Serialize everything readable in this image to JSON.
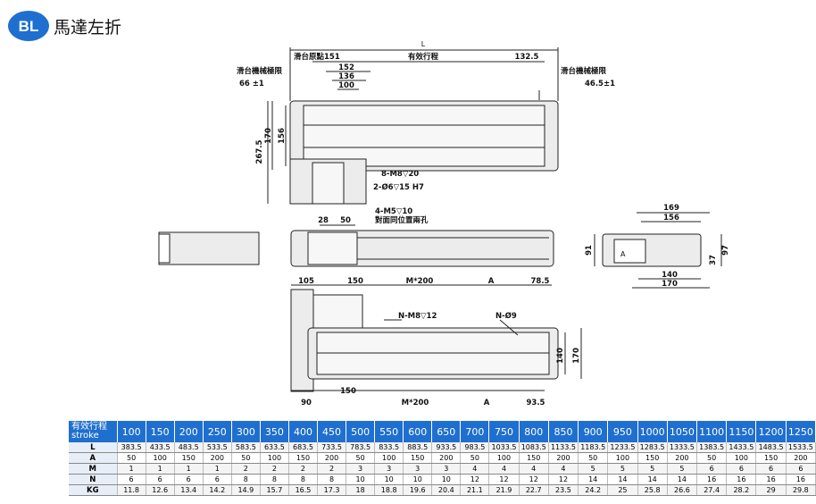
{
  "header": {
    "badge": "BL",
    "title": "馬達左折",
    "badge_color": "#1f6fd0"
  },
  "drawing": {
    "top_view": {
      "L": "L",
      "origin_label": "滑台原點151",
      "stroke_label": "有效行程",
      "d132": "132.5",
      "left_limit_label": "滑台機械極限",
      "left_limit_value": "66 ±1",
      "right_limit_label": "滑台機械極限",
      "right_limit_value": "46.5±1",
      "d152": "152",
      "d136": "136",
      "d100": "100",
      "d2675": "267.5",
      "d170": "170",
      "d156": "156",
      "hole1": "8-M8▽20",
      "hole2": "2-Ø6▽15 H7"
    },
    "side_view": {
      "d28": "28",
      "d50": "50",
      "hole": "4-M5▽10",
      "hole_note": "對面同位置兩孔"
    },
    "end_view": {
      "d169": "169",
      "d156": "156",
      "d91": "91",
      "dA": "A",
      "d97": "97",
      "d37": "37",
      "d140": "140",
      "d170": "170"
    },
    "bottom_view": {
      "d105": "105",
      "d150": "150",
      "m200": "M*200",
      "dA": "A",
      "d785": "78.5",
      "hole_n1": "N-M8▽12",
      "hole_n2": "N-Ø9",
      "d140": "140",
      "d170": "170",
      "d90": "90",
      "d150b": "150",
      "m200b": "M*200",
      "dAb": "A",
      "d935": "93.5"
    }
  },
  "table": {
    "header_label": "有效行程",
    "header_sub": "stroke",
    "strokes": [
      "100",
      "150",
      "200",
      "250",
      "300",
      "350",
      "400",
      "450",
      "500",
      "550",
      "600",
      "650",
      "700",
      "750",
      "800",
      "850",
      "900",
      "950",
      "1000",
      "1050",
      "1100",
      "1150",
      "1200",
      "1250"
    ],
    "rows": [
      {
        "label": "L",
        "values": [
          "383.5",
          "433.5",
          "483.5",
          "533.5",
          "583.5",
          "633.5",
          "683.5",
          "733.5",
          "783.5",
          "833.5",
          "883.5",
          "933.5",
          "983.5",
          "1033.5",
          "1083.5",
          "1133.5",
          "1183.5",
          "1233.5",
          "1283.5",
          "1333.5",
          "1383.5",
          "1433.5",
          "1483.5",
          "1533.5"
        ]
      },
      {
        "label": "A",
        "values": [
          "50",
          "100",
          "150",
          "200",
          "50",
          "100",
          "150",
          "200",
          "50",
          "100",
          "150",
          "200",
          "50",
          "100",
          "150",
          "200",
          "50",
          "100",
          "150",
          "200",
          "50",
          "100",
          "150",
          "200"
        ]
      },
      {
        "label": "M",
        "values": [
          "1",
          "1",
          "1",
          "1",
          "2",
          "2",
          "2",
          "2",
          "3",
          "3",
          "3",
          "3",
          "4",
          "4",
          "4",
          "4",
          "5",
          "5",
          "5",
          "5",
          "6",
          "6",
          "6",
          "6"
        ]
      },
      {
        "label": "N",
        "values": [
          "6",
          "6",
          "6",
          "6",
          "8",
          "8",
          "8",
          "8",
          "10",
          "10",
          "10",
          "10",
          "12",
          "12",
          "12",
          "12",
          "14",
          "14",
          "14",
          "14",
          "16",
          "16",
          "16",
          "16"
        ]
      },
      {
        "label": "KG",
        "values": [
          "11.8",
          "12.6",
          "13.4",
          "14.2",
          "14.9",
          "15.7",
          "16.5",
          "17.3",
          "18",
          "18.8",
          "19.6",
          "20.4",
          "21.1",
          "21.9",
          "22.7",
          "23.5",
          "24.2",
          "25",
          "25.8",
          "26.6",
          "27.4",
          "28.2",
          "29",
          "29.8"
        ]
      }
    ]
  }
}
